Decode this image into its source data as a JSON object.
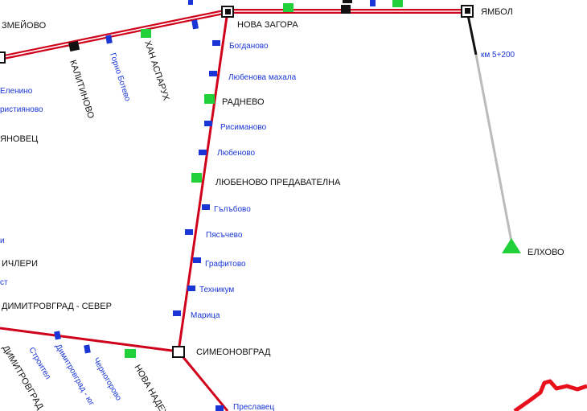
{
  "colors": {
    "rail": "#d0021b",
    "rail_inner": "#ffffff",
    "branch_dark": "#111111",
    "branch_light": "#bbbbbb",
    "stop_blue": "#1a35d6",
    "stop_green": "#22d03a",
    "label_blue": "#1a35d6",
    "label_black": "#111111",
    "border_red": "#e8101a"
  },
  "stations": {
    "nova_zagora": "НОВА ЗАГОРА",
    "yambol": "ЯМБОЛ",
    "simeonovgrad": "СИМЕОНОВГРАД",
    "kalitinovo": "КАЛИТИНОВО",
    "han_asparuh": "ХАН АСПАРУХ",
    "radnevo": "РАДНЕВО",
    "lyubenovo_predavatelna": "ЛЮБЕНОВО ПРЕДАВАТЕЛНА",
    "elhovo": "ЕЛХОВО",
    "zmeyovo_partial": "ЗМЕЙОВО",
    "yanovets_partial": "ЯНОВЕЦ",
    "chleri_partial": "ИЧЛЕРИ",
    "dimitrovgrad_sever_partial": "ДИМИТРОВГРАД - СЕВЕР",
    "dimitrovgrad_partial": "ДИМИТРОВГРАД",
    "nova_nadezhda_partial": "НОВА НАДЕЖ"
  },
  "stops": {
    "bogdanovo": "Богданово",
    "lyubenova_mahala": "Любенова махала",
    "risimanovo": "Рисиманово",
    "lyubenovo": "Любеново",
    "galabovo": "Гълъбово",
    "pyasachevo": "Пясъчево",
    "grafitovo": "Графитово",
    "tehnikum": "Техникум",
    "maritsa": "Марица",
    "preslavets": "Преславец",
    "gorno_botevo": "Горно Ботево",
    "stroitel": "Строител",
    "dimitrovgrad_yug": "Димитровград - юг",
    "chernogorovo": "Черногорово",
    "elenino_partial": "Еленино",
    "hristiyanovo_partial": "ристияново",
    "left_a_partial": "и",
    "left_b_partial": "ст"
  },
  "km_label": "км 5+200"
}
